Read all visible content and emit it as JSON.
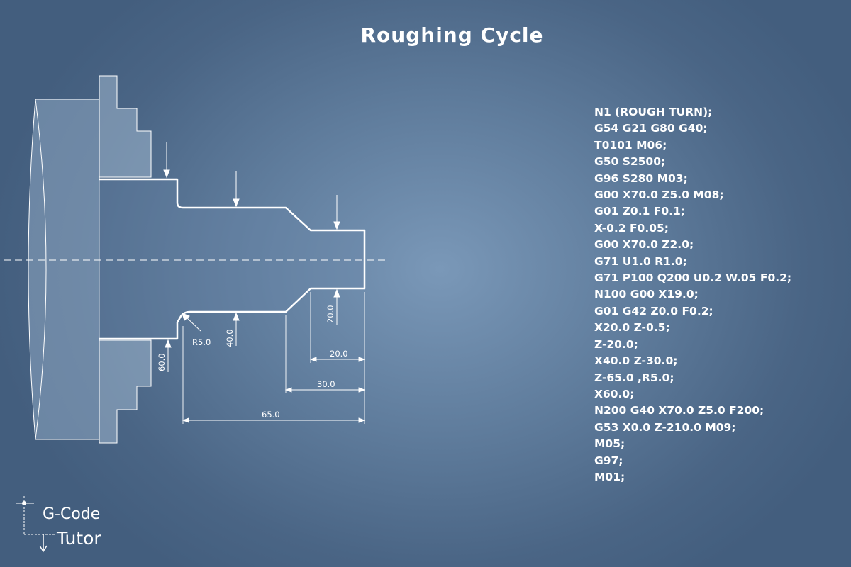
{
  "title": "Roughing Cycle",
  "code": {
    "lines": [
      "N1 (ROUGH TURN);",
      "G54 G21 G80 G40;",
      "T0101 M06;",
      "G50 S2500;",
      "G96 S280 M03;",
      "G00 X70.0 Z5.0 M08;",
      "G01 Z0.1 F0.1;",
      "X-0.2 F0.05;",
      "G00 X70.0 Z2.0;",
      "G71 U1.0 R1.0;",
      "G71 P100 Q200 U0.2 W.05 F0.2;",
      "N100 G00 X19.0;",
      "G01 G42 Z0.0 F0.2;",
      "X20.0 Z-0.5;",
      "Z-20.0;",
      "X40.0 Z-30.0;",
      "Z-65.0 ,R5.0;",
      "X60.0;",
      "N200 G40 X70.0 Z5.0 F200;",
      "G53 X0.0 Z-210.0 M09;",
      "M05;",
      "G97;",
      "M01;"
    ]
  },
  "dimensions": {
    "radius": "R5.0",
    "dia_60": "60.0",
    "dia_40": "40.0",
    "dia_20": "20.0",
    "len_20": "20.0",
    "len_30": "30.0",
    "len_65": "65.0"
  },
  "logo": {
    "line1": "G-Code",
    "line2": "Tutor"
  }
}
